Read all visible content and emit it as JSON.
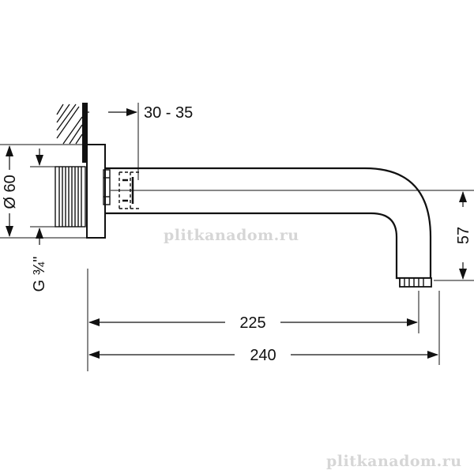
{
  "drawing": {
    "line_color": "#111111",
    "background": "#ffffff",
    "dimensions": {
      "wall_depth": "30 - 35",
      "flange_diameter": "Ø 60",
      "thread": "G ¾\"",
      "drop_height": "57",
      "spout_reach_inner": "225",
      "spout_reach_total": "240"
    }
  },
  "watermarks": {
    "center": "plitkanadom.ru",
    "bottom_right": "plitkanadom.ru",
    "color": "#d6d6d6"
  }
}
